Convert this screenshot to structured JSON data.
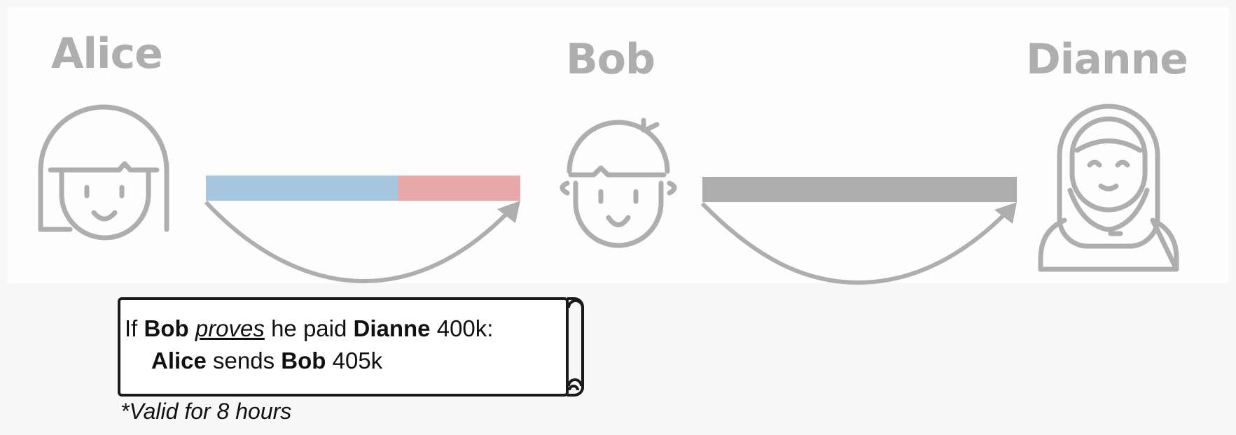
{
  "people": {
    "alice": {
      "name": "Alice",
      "icon": "girl-icon"
    },
    "bob": {
      "name": "Bob",
      "icon": "boy-icon"
    },
    "dianne": {
      "name": "Dianne",
      "icon": "hijab-woman-icon"
    }
  },
  "channels": {
    "alice_bob": {
      "left_color": "#a7c6df",
      "right_color": "#e8a8aa",
      "left_share": 0.61
    },
    "bob_dianne": {
      "color": "#adadad"
    }
  },
  "contract": {
    "line1": {
      "w1": "If",
      "w2": "Bob",
      "w3": "proves",
      "w4": "he paid",
      "w5": "Dianne",
      "w6": "400k:"
    },
    "line2": {
      "w1": "Alice",
      "w2": "sends",
      "w3": "Bob",
      "w4": "405k"
    },
    "note": "*Valid for 8 hours"
  },
  "colors": {
    "figure": "#aeaeae",
    "text": "#111111"
  }
}
